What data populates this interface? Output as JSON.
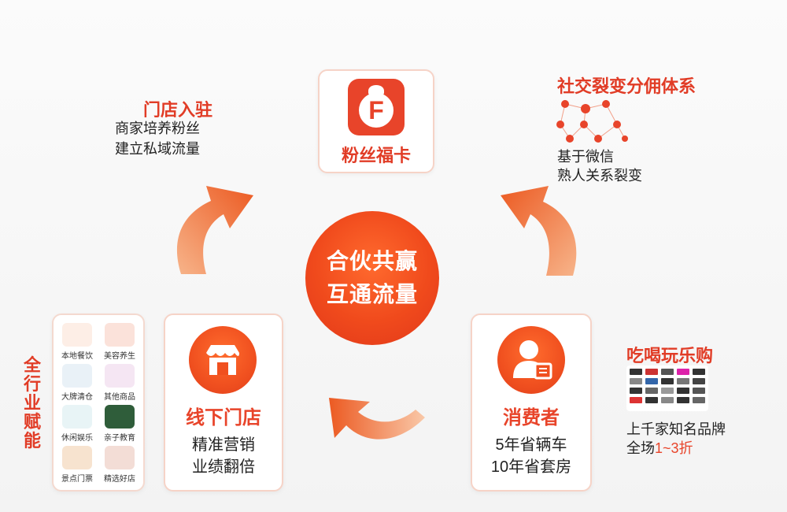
{
  "center": {
    "line1": "合伙共赢",
    "line2": "互通流量"
  },
  "top_card": {
    "label": "粉丝福卡",
    "logo_letter": "F"
  },
  "top_left": {
    "title": "门店入驻",
    "line1": "商家培养粉丝",
    "line2": "建立私域流量"
  },
  "top_right": {
    "title": "社交裂变分佣体系",
    "line1": "基于微信",
    "line2": "熟人关系裂变"
  },
  "left_store": {
    "title": "线下门店",
    "line1": "精准营销",
    "line2": "业绩翻倍"
  },
  "right_consumer": {
    "title": "消费者",
    "line1": "5年省辆车",
    "line2": "10年省套房"
  },
  "far_left": {
    "title": "全行业赋能"
  },
  "industry_grid": [
    {
      "label": "本地餐饮",
      "icon": "chef-icon"
    },
    {
      "label": "美容养生",
      "icon": "beauty-icon"
    },
    {
      "label": "大牌清仓",
      "icon": "shopping-icon"
    },
    {
      "label": "其他商品",
      "icon": "cart-icon"
    },
    {
      "label": "休闲娱乐",
      "icon": "leisure-icon"
    },
    {
      "label": "亲子教育",
      "icon": "education-icon"
    },
    {
      "label": "景点门票",
      "icon": "pagoda-icon"
    },
    {
      "label": "精选好店",
      "icon": "store-icon"
    }
  ],
  "far_right": {
    "title": "吃喝玩乐购",
    "line1": "上千家知名品牌",
    "line2_prefix": "全场",
    "line2_highlight": "1~3折"
  },
  "colors": {
    "accent": "#e8442a",
    "card_border": "#f6d3c7",
    "arrow": "#f06a2a"
  }
}
